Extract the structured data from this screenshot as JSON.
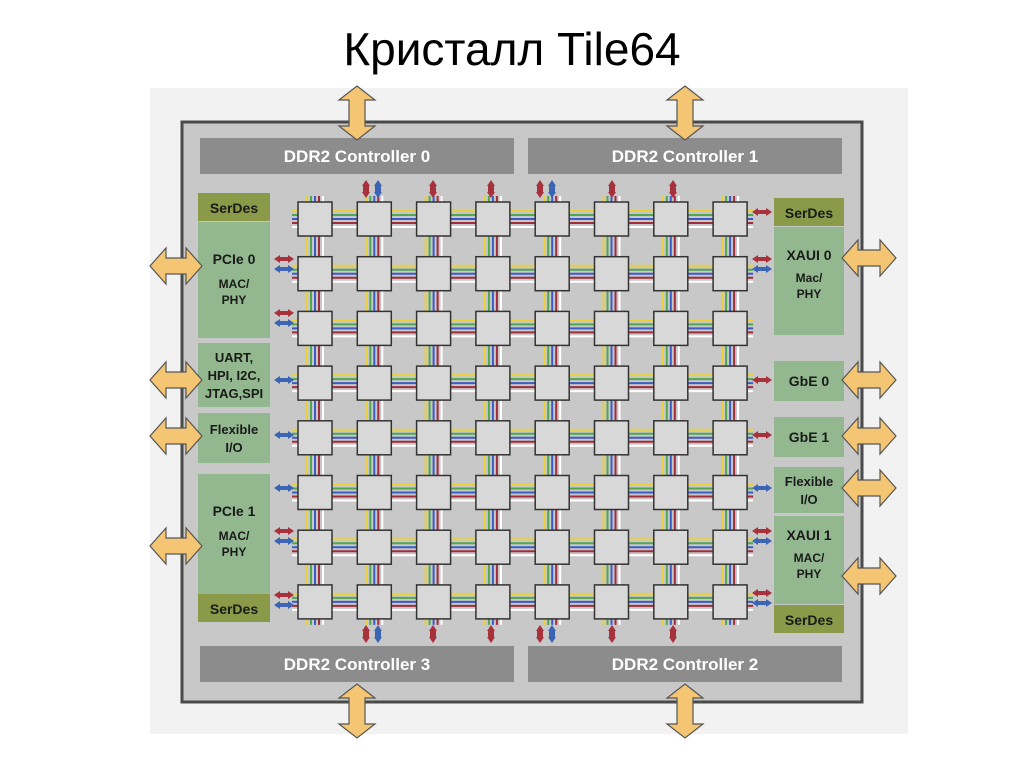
{
  "title": "Кристалл Tile64",
  "colors": {
    "chip_bg": "#c8c8c8",
    "chip_border": "#4a4a4a",
    "controller_bg": "#8c8c8c",
    "io_green": "#93b88f",
    "serdes_olive": "#8a9a48",
    "tile_fill": "#d8d8d8",
    "offchip_arrow": "#f4c673",
    "red_arrow": "#a8323c",
    "blue_arrow": "#3c64b4"
  },
  "mesh_line_colors": [
    "#e8d040",
    "#4fa84f",
    "#3c5cc8",
    "#a02c3c",
    "#ffffff"
  ],
  "controllers": {
    "c0": "DDR2 Controller 0",
    "c1": "DDR2 Controller 1",
    "c2": "DDR2 Controller 2",
    "c3": "DDR2 Controller 3"
  },
  "left_io": {
    "serdes_top": "SerDes",
    "pcie0": [
      "PCIe 0",
      "MAC/",
      "PHY"
    ],
    "uart": [
      "UART,",
      "HPI, I2C,",
      "JTAG,SPI"
    ],
    "flex": [
      "Flexible",
      "I/O"
    ],
    "pcie1": [
      "PCIe 1",
      "MAC/",
      "PHY"
    ],
    "serdes_bottom": "SerDes"
  },
  "right_io": {
    "serdes_top": "SerDes",
    "xaui0": [
      "XAUI 0",
      "Mac/",
      "PHY"
    ],
    "gbe0": "GbE 0",
    "gbe1": "GbE 1",
    "flex": [
      "Flexible",
      "I/O"
    ],
    "xaui1": [
      "XAUI 1",
      "MAC/",
      "PHY"
    ],
    "serdes_bottom": "SerDes"
  },
  "mesh": {
    "rows": 8,
    "cols": 8
  }
}
